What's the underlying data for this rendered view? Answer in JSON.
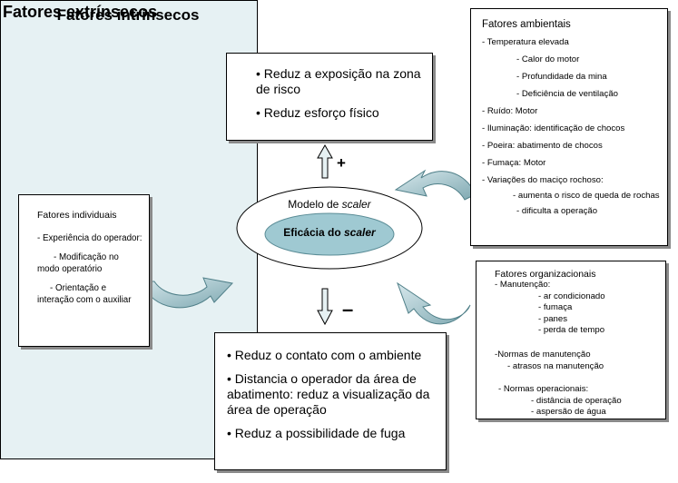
{
  "title": "Fatores extrínsecos",
  "central": {
    "title": "Fatores intrínsecos",
    "model_label_prefix": "Modelo de ",
    "model_label_italic": "scaler",
    "core_prefix": "Eficácia do ",
    "core_italic": "scaler",
    "plus": "+",
    "minus": "–"
  },
  "top_box": {
    "bullet": "•",
    "items": [
      "Reduz a exposição na zona de risco",
      "Reduz esforço físico"
    ]
  },
  "bottom_box": {
    "bullet": "•",
    "items": [
      "Reduz o contato com o ambiente",
      "Distancia o operador da área de abatimento: reduz a visualização da área de operação",
      "Reduz a possibilidade de fuga"
    ]
  },
  "environmental": {
    "title": "Fatores ambientais",
    "lines": [
      "- Temperatura elevada",
      "- Calor do motor",
      "- Profundidade da mina",
      "- Deficiência de ventilação",
      "- Ruído: Motor",
      "- Iluminação: identificação de chocos",
      "- Poeira: abatimento de chocos",
      "- Fumaça: Motor",
      "- Variações do maciço rochoso:",
      "- aumenta o risco de queda de rochas",
      "- dificulta a operação"
    ]
  },
  "organizational": {
    "title": "Fatores organizacionais",
    "lines": [
      "- Manutenção:",
      "- ar condicionado",
      "- fumaça",
      "- panes",
      "- perda de tempo",
      "-Normas de manutenção",
      "- atrasos na  manutenção",
      "- Normas operacionais:",
      "- distância de operação",
      "- aspersão de água"
    ]
  },
  "individual": {
    "title": "Fatores individuais",
    "lines": [
      "- Experiência do operador:",
      "- Modificação no modo operatório",
      "- Orientação e interação com o auxiliar"
    ]
  },
  "colors": {
    "central_fill": "#e6f1f3",
    "arrow_fill": "#8fb7bf",
    "core_fill": "#9fc9d2",
    "shadow": "#8a8a8a"
  }
}
